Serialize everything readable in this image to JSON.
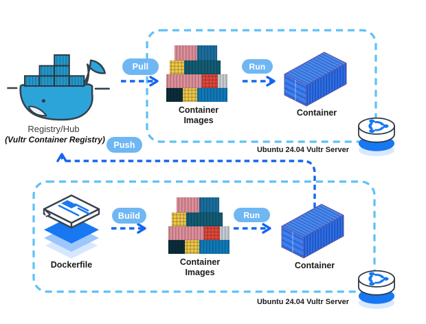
{
  "registry": {
    "title": "Registry/Hub",
    "subtitle": "(Vultr Container Registry)"
  },
  "badges": {
    "pull": "Pull",
    "push": "Push",
    "build": "Build",
    "run": "Run"
  },
  "top_server": {
    "images_label": "Container Images",
    "container_label": "Container",
    "server_label": "Ubuntu 24.04 Vultr Server"
  },
  "bottom_server": {
    "dockerfile_label": "Dockerfile",
    "images_label": "Container Images",
    "container_label": "Container",
    "server_label": "Ubuntu 24.04 Vultr Server"
  },
  "icons": {
    "registry": "docker-whale-icon",
    "images": "container-stack-icon",
    "container": "shipping-container-3d-icon",
    "server": "ubuntu-server-icon",
    "dockerfile": "dockerfile-document-icon"
  },
  "colors": {
    "box_dash": "#5CC0F8",
    "arrow": "#1565EF",
    "badge_bg": "#6FB7F3",
    "badge_text": "#FFFFFF",
    "label_text": "#1A1A1A",
    "docker_blue": "#2CA4DA",
    "ubuntu_blue": "#1778F2",
    "container_blue": "#2C6FE6"
  }
}
